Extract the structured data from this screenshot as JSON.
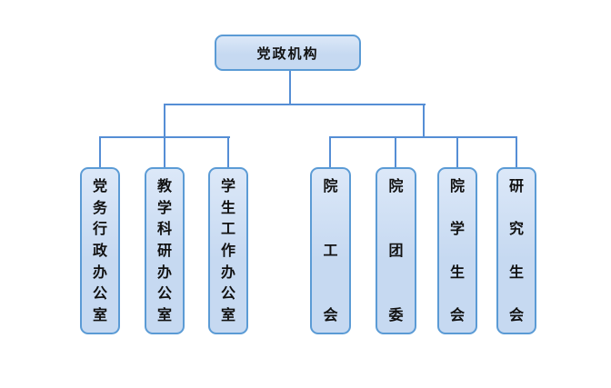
{
  "diagram": {
    "type": "org-chart",
    "root": {
      "label": "党政机构"
    },
    "groups": [
      {
        "name": "administrative-offices",
        "items": [
          {
            "label": "党务行政办公室"
          },
          {
            "label": "教学科研办公室"
          },
          {
            "label": "学生工作办公室"
          }
        ]
      },
      {
        "name": "mass-organizations",
        "items": [
          {
            "label": "院工会"
          },
          {
            "label": "院团委"
          },
          {
            "label": "院学生会"
          },
          {
            "label": "研究生会"
          }
        ]
      }
    ],
    "colors": {
      "box_fill": "#c6d9f1",
      "box_fill_light": "#dce8f8",
      "box_border": "#5b9bd5",
      "connector": "#558ed5",
      "text": "#111111",
      "page_bg": "#ffffff"
    }
  }
}
